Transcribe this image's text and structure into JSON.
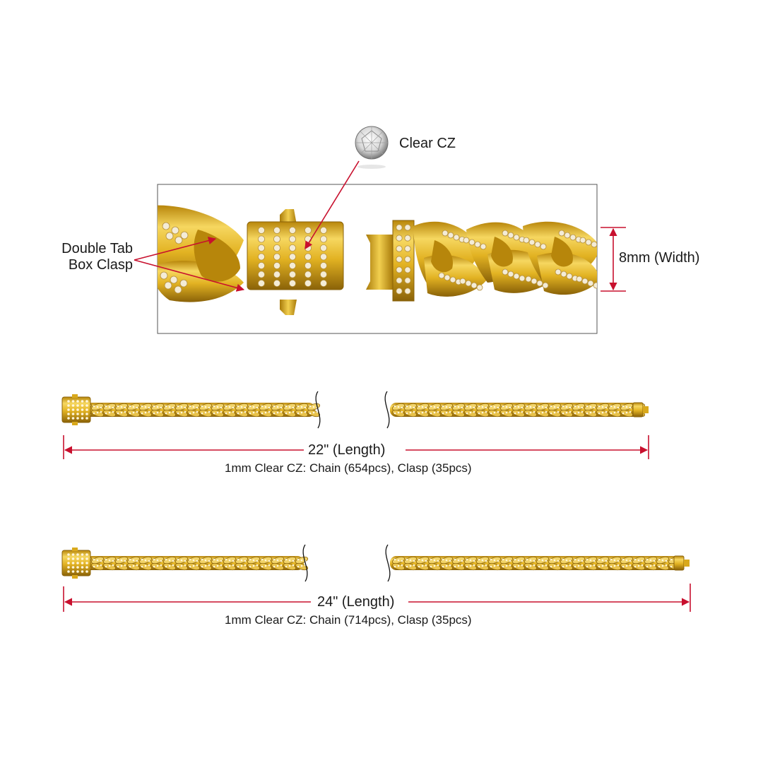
{
  "callouts": {
    "stone": "Clear CZ",
    "clasp_line1": "Double Tab",
    "clasp_line2": "Box Clasp",
    "width": "8mm (Width)"
  },
  "variants": [
    {
      "length_label": "22\" (Length)",
      "spec": "1mm Clear CZ: Chain (654pcs), Clasp (35pcs)"
    },
    {
      "length_label": "24\" (Length)",
      "spec": "1mm Clear CZ: Chain (714pcs), Clasp (35pcs)"
    }
  ],
  "colors": {
    "gold": "#e2b222",
    "gold_dark": "#9c6f0a",
    "gold_light": "#f6d760",
    "stone": "#f4ecd6",
    "arrow": "#c8102e",
    "frame": "#555555"
  }
}
